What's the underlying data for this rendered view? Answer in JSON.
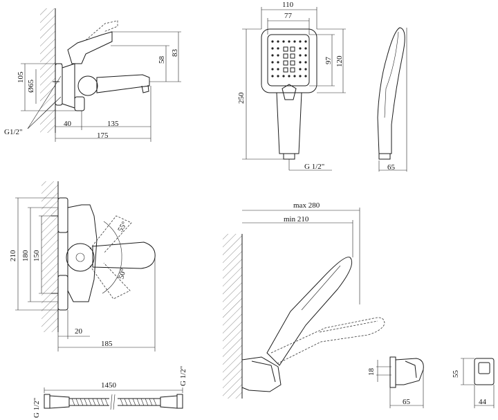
{
  "faucet_side": {
    "width_total": "175",
    "offset_wall": "40",
    "spout_reach": "135",
    "height_total": "83",
    "height_handle": "58",
    "height_body": "105",
    "escutcheon_diameter": "Ø65",
    "thread": "G1/2\""
  },
  "hand_shower_front": {
    "head_width": "110",
    "face_width": "77",
    "head_height": "120",
    "face_height": "97",
    "total_length": "250",
    "thread": "G 1/2\""
  },
  "hand_shower_side": {
    "depth": "65"
  },
  "faucet_top": {
    "connection_spacing": "210",
    "spacing_180": "180",
    "spacing_150": "150",
    "rotation_up": "55°",
    "rotation_down": "50°",
    "offset_wall": "20",
    "depth_total": "185"
  },
  "shower_holder": {
    "reach_max": "max 280",
    "reach_min": "min 210",
    "bracket_height": "18",
    "bracket_depth": "65",
    "holder_height": "55",
    "holder_width": "44"
  },
  "hose": {
    "length": "1450",
    "thread_left": "G 1/2\"",
    "thread_right": "G 1/2\""
  }
}
